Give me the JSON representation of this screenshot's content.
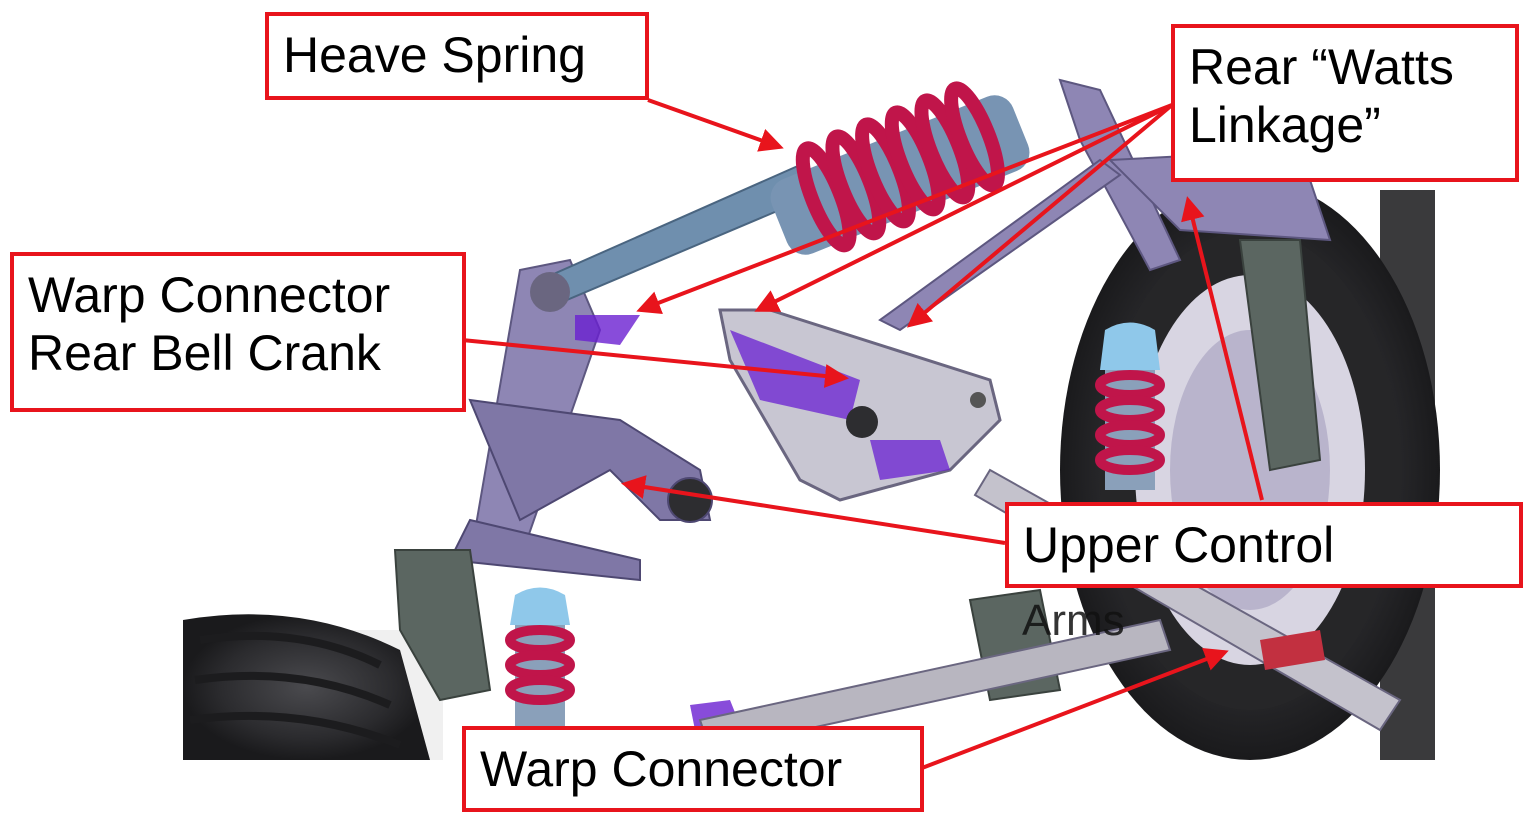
{
  "colors": {
    "callout_border": "#e8141c",
    "arrow": "#e8141c",
    "spring": "#c0154a",
    "frame": "#8e86b4",
    "bracket": "#5b6661",
    "accent": "#6a1fd1",
    "tire": "#2a2a2c",
    "fastener": "#8fc8ea"
  },
  "labels": {
    "heave_spring": "Heave Spring",
    "watts_line1": "Rear “Watts",
    "watts_line2": "Linkage”",
    "warp_rear_line1": "Warp Connector",
    "warp_rear_line2": "Rear Bell Crank",
    "uca_line1": "Upper Control",
    "uca_line2": "Arms",
    "warp_connector": "Warp Connector"
  }
}
